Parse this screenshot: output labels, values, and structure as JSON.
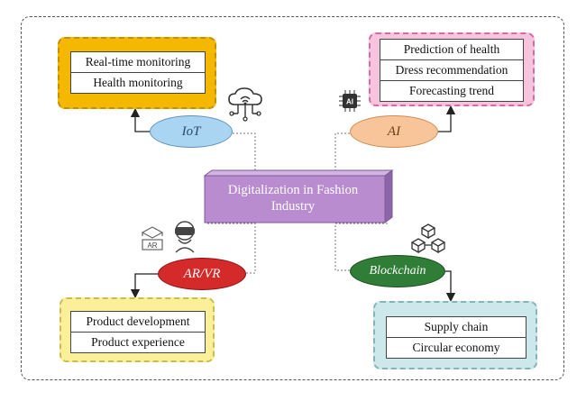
{
  "center": {
    "line1": "Digitalization in Fashion",
    "line2": "Industry"
  },
  "nodes": {
    "iot": {
      "label": "IoT",
      "items": [
        "Real-time monitoring",
        "Health monitoring"
      ]
    },
    "ai": {
      "label": "AI",
      "items": [
        "Prediction of health",
        "Dress recommendation",
        "Forecasting trend"
      ]
    },
    "arvr": {
      "label": "AR/VR",
      "items": [
        "Product development",
        "Product experience"
      ]
    },
    "blockchain": {
      "label": "Blockchain",
      "items": [
        "Supply chain",
        "Circular economy"
      ]
    }
  },
  "icons": {
    "iot": "cloud-network-icon",
    "ai": "ai-chip-icon",
    "ar": "ar-glasses-icon",
    "vr": "vr-headset-icon",
    "blockchain": "blockchain-cubes-icon",
    "ai_chip_text": "AI",
    "ar_text": "AR"
  },
  "colors": {
    "iot_group": "#f5b800",
    "ai_group": "#f6c4dc",
    "arvr_group": "#fbf099",
    "blockchain_group": "#cde8ea",
    "center": "#b98ccf",
    "iot_node": "#a9d4f2",
    "ai_node": "#f8c59a",
    "arvr_node": "#d42a2a",
    "blockchain_node": "#2f7d37"
  }
}
